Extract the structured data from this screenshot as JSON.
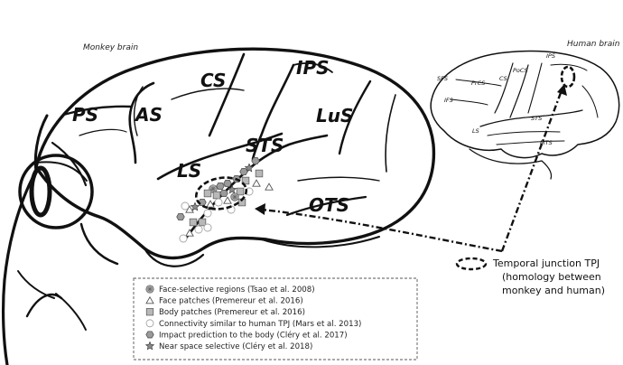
{
  "captions": {
    "monkey": "Monkey brain",
    "human": "Human brain"
  },
  "monkey_sulci": {
    "ps": "PS",
    "as": "AS",
    "cs": "CS",
    "ips": "IPS",
    "lus": "LuS",
    "sts": "STS",
    "ls": "LS",
    "ots": "OTS"
  },
  "human_sulci": {
    "sfs": "SFS",
    "ifs": "IFS",
    "prcs": "PrCS",
    "cs": "CS",
    "pocs": "PoCS",
    "ips": "IPS",
    "sts": "STS",
    "ls": "LS",
    "mts": "MTS"
  },
  "tpj": {
    "line1": "Temporal junction TPJ",
    "line2": "(homology between",
    "line3": "monkey and human)"
  },
  "legend": [
    {
      "label": "Face-selective regions (Tsao et al. 2008)",
      "marker": "asterisk-circle"
    },
    {
      "label": "Face patches (Premereur et al. 2016)",
      "marker": "triangle"
    },
    {
      "label": "Body patches (Premereur et al. 2016)",
      "marker": "square"
    },
    {
      "label": "Connectivity similar to human TPJ (Mars et al. 2013)",
      "marker": "circle"
    },
    {
      "label": "Impact prediction to the body (Cléry et al. 2017)",
      "marker": "hexagon"
    },
    {
      "label": "Near space selective (Cléry et al. 2018)",
      "marker": "star"
    }
  ],
  "colors": {
    "outline": "#111111",
    "marker_fill": "#b8b8b8",
    "marker_stroke": "#555555"
  }
}
